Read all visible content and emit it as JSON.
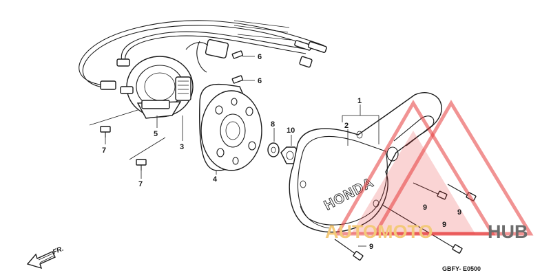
{
  "callouts": {
    "n1": "1",
    "n2": "2",
    "n3": "3",
    "n4": "4",
    "n5": "5",
    "n6a": "6",
    "n6b": "6",
    "n7a": "7",
    "n7b": "7",
    "n8": "8",
    "n9a": "9",
    "n9b": "9",
    "n9c": "9",
    "n9d": "9",
    "n10": "10"
  },
  "cover_brand": "HONDA",
  "front_label": "FR.",
  "diagram_code": "GBFY- E0500",
  "watermark": {
    "part1": "AUTOMOTO",
    "part2": "HUB",
    "color_main": "#f3c97a",
    "color_dark": "#6d6d6d",
    "triangle_color": "#e63b3b"
  }
}
